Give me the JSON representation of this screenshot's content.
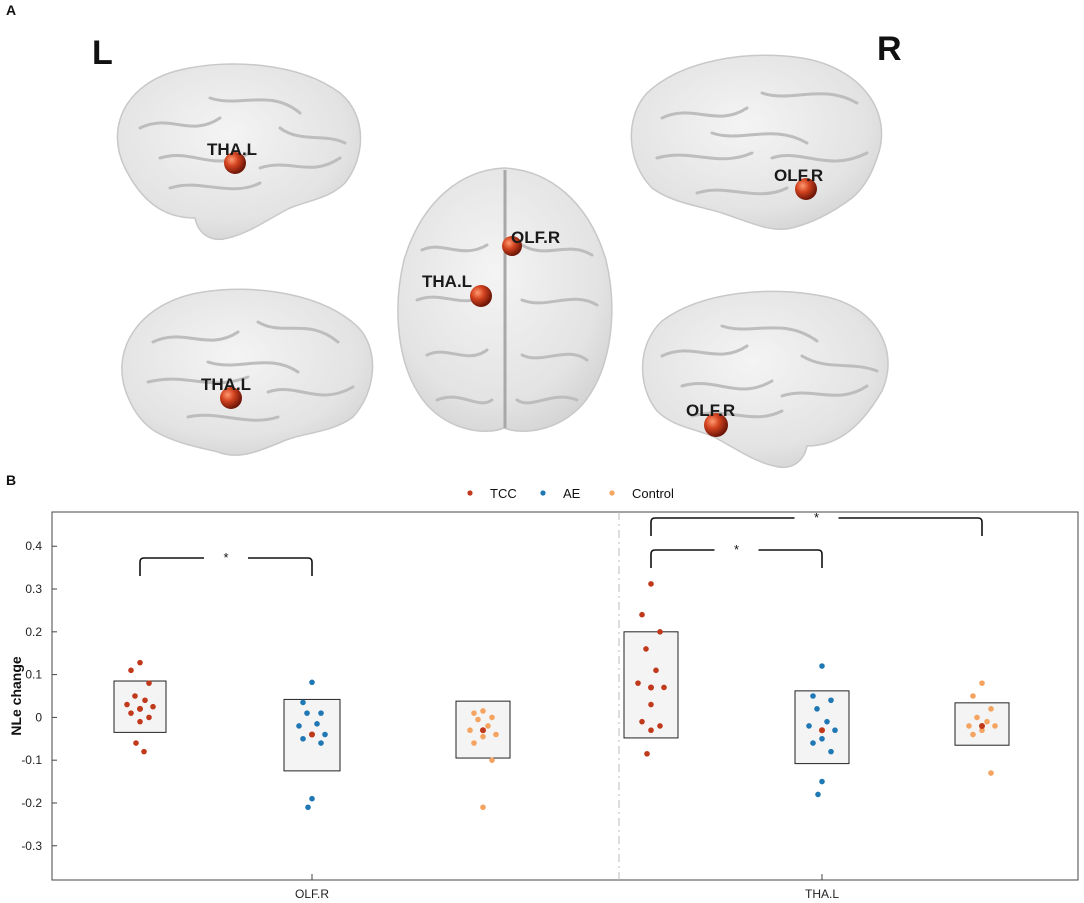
{
  "panels": {
    "a": "A",
    "b": "B"
  },
  "brain_views": {
    "left_label": "L",
    "right_label": "R",
    "left_lateral_node": "THA.L",
    "left_medial_node": "THA.L",
    "top_nodes": [
      "OLF.R",
      "THA.L"
    ],
    "right_medial_node": "OLF.R",
    "right_lateral_node": "OLF.R",
    "node_color": "#c0391b"
  },
  "chart_data": {
    "type": "scatter",
    "ylabel": "NLe change",
    "ylim": [
      -0.38,
      0.48
    ],
    "yticks": [
      0.4,
      0.3,
      0.2,
      0.1,
      0,
      -0.1,
      -0.2,
      -0.3
    ],
    "ytick_labels": [
      "0.4",
      "0.3",
      "0.2",
      "0.1",
      "0",
      "-0.1",
      "-0.2",
      "-0.3"
    ],
    "legend": [
      {
        "name": "TCC",
        "color": "#c0391b"
      },
      {
        "name": "AE",
        "color": "#1f78b4"
      },
      {
        "name": "Control",
        "color": "#f4a460"
      }
    ],
    "legend_position": "top-center",
    "regions": [
      {
        "name": "OLF.R",
        "groups": [
          {
            "group": "TCC",
            "box": [
              -0.035,
              0.085
            ],
            "center": 0.02,
            "values": [
              0.128,
              0.11,
              0.08,
              0.05,
              0.04,
              0.03,
              0.025,
              0.02,
              0.01,
              0.0,
              -0.01,
              -0.06,
              -0.08
            ]
          },
          {
            "group": "AE",
            "box": [
              -0.125,
              0.042
            ],
            "center": -0.04,
            "values": [
              0.082,
              0.035,
              0.01,
              0.01,
              -0.015,
              -0.02,
              -0.04,
              -0.04,
              -0.05,
              -0.06,
              -0.19,
              -0.21
            ]
          },
          {
            "group": "Control",
            "box": [
              -0.095,
              0.038
            ],
            "center": -0.03,
            "values": [
              0.015,
              0.01,
              0.0,
              -0.005,
              -0.02,
              -0.03,
              -0.04,
              -0.045,
              -0.06,
              -0.1,
              -0.21
            ]
          }
        ],
        "significance": [
          {
            "between": [
              "TCC",
              "AE"
            ],
            "label": "*"
          }
        ]
      },
      {
        "name": "THA.L",
        "groups": [
          {
            "group": "TCC",
            "box": [
              -0.048,
              0.2
            ],
            "center": 0.07,
            "values": [
              0.312,
              0.24,
              0.2,
              0.16,
              0.11,
              0.08,
              0.07,
              0.03,
              -0.01,
              -0.02,
              -0.03,
              -0.085
            ]
          },
          {
            "group": "AE",
            "box": [
              -0.108,
              0.062
            ],
            "center": -0.03,
            "values": [
              0.12,
              0.05,
              0.04,
              0.02,
              -0.01,
              -0.02,
              -0.03,
              -0.05,
              -0.06,
              -0.08,
              -0.15,
              -0.18
            ]
          },
          {
            "group": "Control",
            "box": [
              -0.065,
              0.034
            ],
            "center": -0.02,
            "values": [
              0.08,
              0.05,
              0.02,
              0.0,
              -0.01,
              -0.02,
              -0.02,
              -0.03,
              -0.04,
              -0.13
            ]
          }
        ],
        "significance": [
          {
            "between": [
              "TCC",
              "Control"
            ],
            "label": "*"
          },
          {
            "between": [
              "TCC",
              "AE"
            ],
            "label": "*"
          }
        ]
      }
    ]
  }
}
